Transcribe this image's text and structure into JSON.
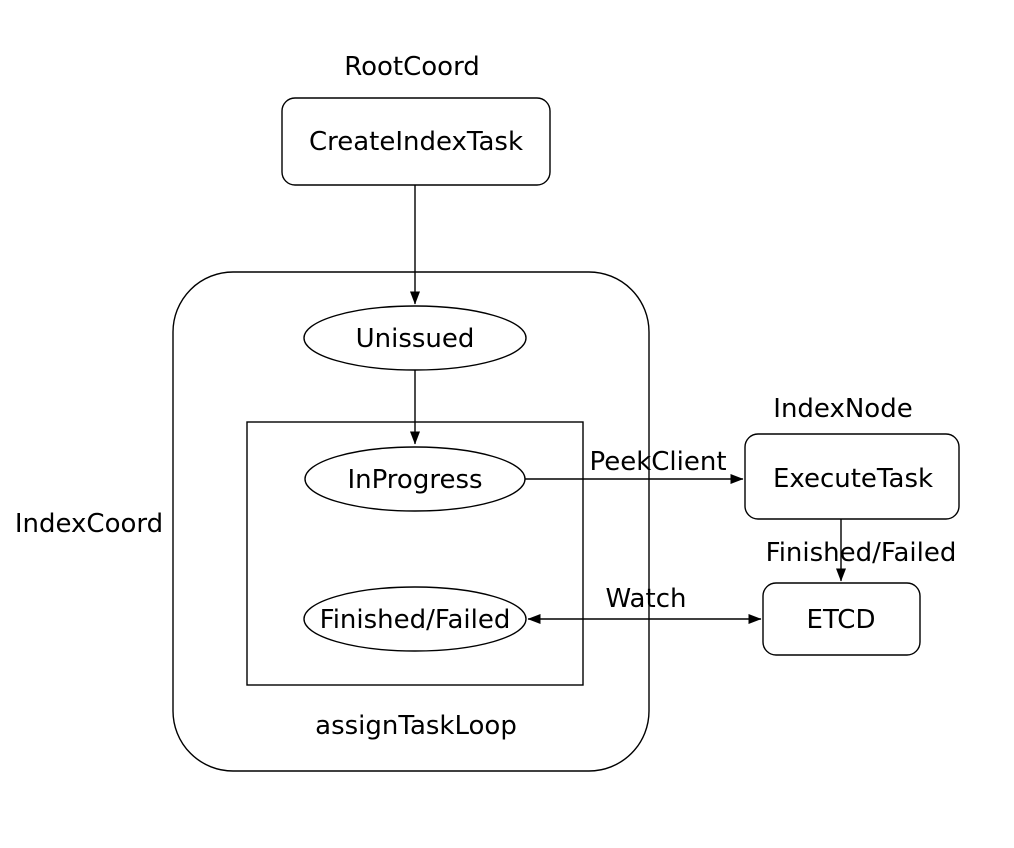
{
  "diagram": {
    "containers": {
      "root_coord": {
        "label": "RootCoord"
      },
      "index_coord": {
        "label": "IndexCoord"
      },
      "index_node": {
        "label": "IndexNode"
      },
      "assign_task_loop": {
        "label": "assignTaskLoop"
      }
    },
    "nodes": {
      "create_index_task": {
        "label": "CreateIndexTask",
        "shape": "rounded-rect"
      },
      "unissued": {
        "label": "Unissued",
        "shape": "ellipse"
      },
      "in_progress": {
        "label": "InProgress",
        "shape": "ellipse"
      },
      "finished_failed_state": {
        "label": "Finished/Failed",
        "shape": "ellipse"
      },
      "execute_task": {
        "label": "ExecuteTask",
        "shape": "rounded-rect"
      },
      "etcd": {
        "label": "ETCD",
        "shape": "rounded-rect"
      }
    },
    "edges": {
      "create_to_unissued": {
        "label": "",
        "from": "create_index_task",
        "to": "unissued",
        "direction": "down"
      },
      "unissued_to_in_progress": {
        "label": "",
        "from": "unissued",
        "to": "in_progress",
        "direction": "down"
      },
      "peek_client": {
        "label": "PeekClient",
        "from": "in_progress",
        "to": "execute_task",
        "direction": "right"
      },
      "execute_to_etcd": {
        "label": "Finished/Failed",
        "from": "execute_task",
        "to": "etcd",
        "direction": "down"
      },
      "watch": {
        "label": "Watch",
        "from": "finished_failed_state",
        "to": "etcd",
        "direction": "bidirectional"
      }
    },
    "colors": {
      "stroke": "#000000",
      "text": "#000000",
      "background": "#ffffff"
    }
  }
}
